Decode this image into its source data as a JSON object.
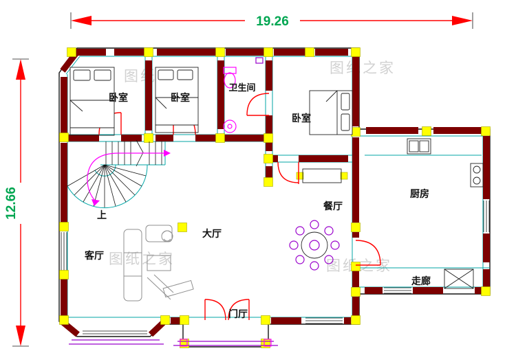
{
  "dimensions": {
    "width_label": "19.26",
    "height_label": "12.66"
  },
  "rooms": {
    "bedroom_left": "卧室",
    "bedroom_mid": "卧室",
    "bathroom": "卫生间",
    "bedroom_right": "卧室",
    "kitchen": "厨房",
    "dining": "餐厅",
    "hall": "大厅",
    "living": "客厅",
    "foyer": "门厅",
    "corridor": "走廊",
    "stairs_up": "上"
  },
  "watermark": {
    "text": "图纸之家"
  },
  "colors": {
    "wall_fill": "#7d0000",
    "column": "#ffff00",
    "wall_line": "#00a6a6",
    "outline": "#141414",
    "dimension_arrow": "#ff0000",
    "dimension_text": "#00a651",
    "door": "#ff0000",
    "fixture_magenta": "#ff00ff",
    "accent_purple": "#9900cc",
    "furniture_gray": "#8f8f8f",
    "watermark_gray": "#c9c9c9"
  }
}
